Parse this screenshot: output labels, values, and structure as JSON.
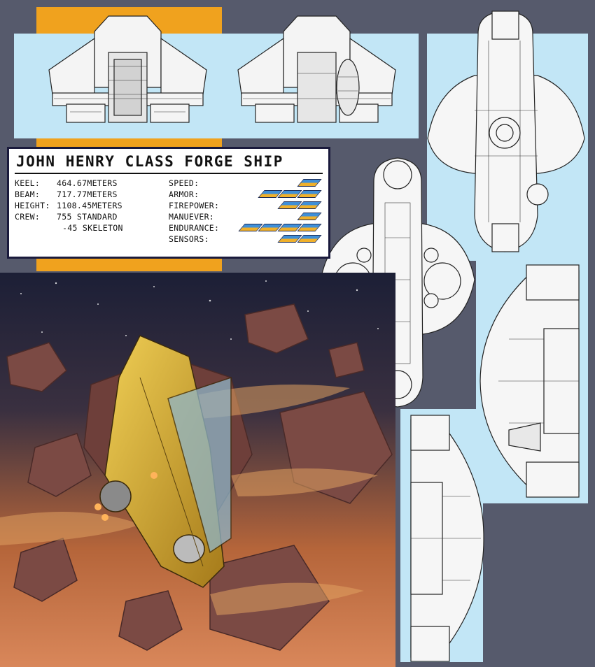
{
  "spec": {
    "title": "JOHN HENRY CLASS FORGE SHIP",
    "rows": [
      {
        "label": "KEEL:",
        "value": "464.67METERS"
      },
      {
        "label": "BEAM:",
        "value": "717.77METERS"
      },
      {
        "label": "HEIGHT:",
        "value": "1108.45METERS"
      },
      {
        "label": "CREW:",
        "value": "755 STANDARD"
      }
    ],
    "crew_extra": "-45 SKELETON",
    "ratings": [
      {
        "label": "SPEED:",
        "segments": 1
      },
      {
        "label": "ARMOR:",
        "segments": 3
      },
      {
        "label": "FIREPOWER:",
        "segments": 2
      },
      {
        "label": "MANUEVER:",
        "segments": 1
      },
      {
        "label": "ENDURANCE:",
        "segments": 4
      },
      {
        "label": "SENSORS:",
        "segments": 2
      }
    ]
  },
  "colors": {
    "background": "#565a6c",
    "panel": "#c2e6f6",
    "accent": "#f0a21e",
    "rating_blue": "#3f8fd8",
    "rating_gold": "#f0b02a",
    "ship_hull": "#d9b23a"
  },
  "views": [
    {
      "name": "front-view"
    },
    {
      "name": "rear-view"
    },
    {
      "name": "top-view"
    },
    {
      "name": "bottom-view"
    },
    {
      "name": "side-view-right"
    },
    {
      "name": "side-view-left"
    }
  ]
}
